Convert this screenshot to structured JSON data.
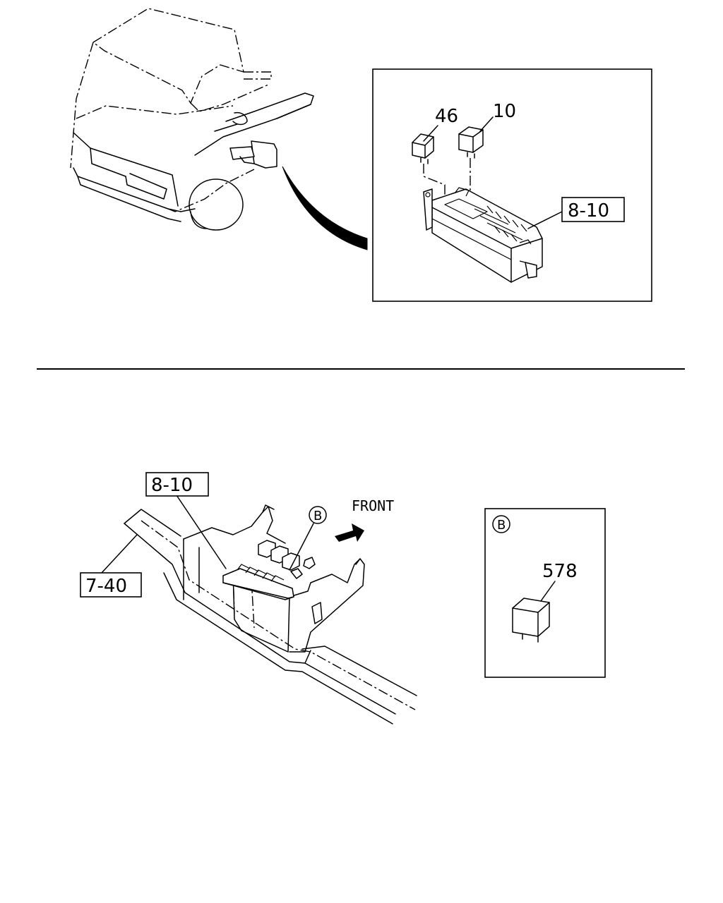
{
  "top_detail": {
    "callouts": {
      "relay_a": "46",
      "relay_b": "10",
      "fuse_box": "8-10"
    }
  },
  "bottom_view": {
    "callouts": {
      "fuse_box": "8-10",
      "bracket": "7-40"
    },
    "direction_label": "FRONT",
    "detail_marker": "B"
  },
  "detail_b": {
    "marker": "B",
    "callouts": {
      "relay": "578"
    }
  }
}
